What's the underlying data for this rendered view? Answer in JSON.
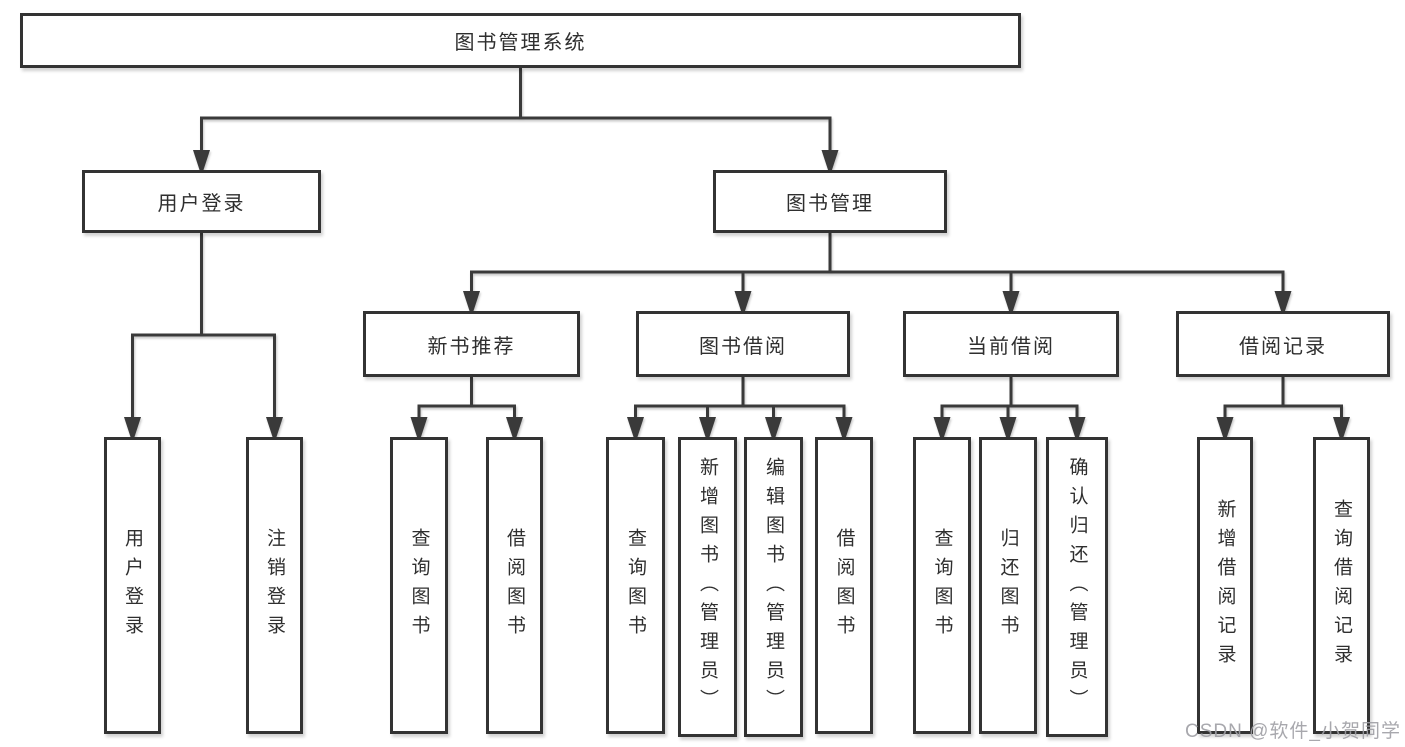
{
  "diagram_title": "图书管理系统",
  "nodes": {
    "root": {
      "label": "图书管理系统"
    },
    "user_login": {
      "label": "用户登录"
    },
    "book_management": {
      "label": "图书管理"
    },
    "new_book_recommend": {
      "label": "新书推荐"
    },
    "book_borrow": {
      "label": "图书借阅"
    },
    "current_borrow": {
      "label": "当前借阅"
    },
    "borrow_records": {
      "label": "借阅记录"
    },
    "leaf_user_login": {
      "label": "用户登录"
    },
    "leaf_logout": {
      "label": "注销登录"
    },
    "leaf_query_books_recommend": {
      "label": "查询图书"
    },
    "leaf_borrow_books_recommend": {
      "label": "借阅图书"
    },
    "leaf_query_books_borrow": {
      "label": "查询图书"
    },
    "leaf_add_books_admin": {
      "label": "新增图书（管理员）"
    },
    "leaf_edit_books_admin": {
      "label": "编辑图书（管理员）"
    },
    "leaf_borrow_books_borrow": {
      "label": "借阅图书"
    },
    "leaf_query_books_current": {
      "label": "查询图书"
    },
    "leaf_return_books": {
      "label": "归还图书"
    },
    "leaf_confirm_return_admin": {
      "label": "确认归还（管理员）"
    },
    "leaf_add_borrow_record": {
      "label": "新增借阅记录"
    },
    "leaf_query_borrow_record": {
      "label": "查询借阅记录"
    }
  },
  "watermark": {
    "text": "CSDN @软件_小贺同学",
    "color": "#9f9fa5"
  },
  "colors": {
    "line": "#3a3a3a",
    "box_border": "#333333",
    "text": "#2f2f2f",
    "background": "#ffffff"
  }
}
